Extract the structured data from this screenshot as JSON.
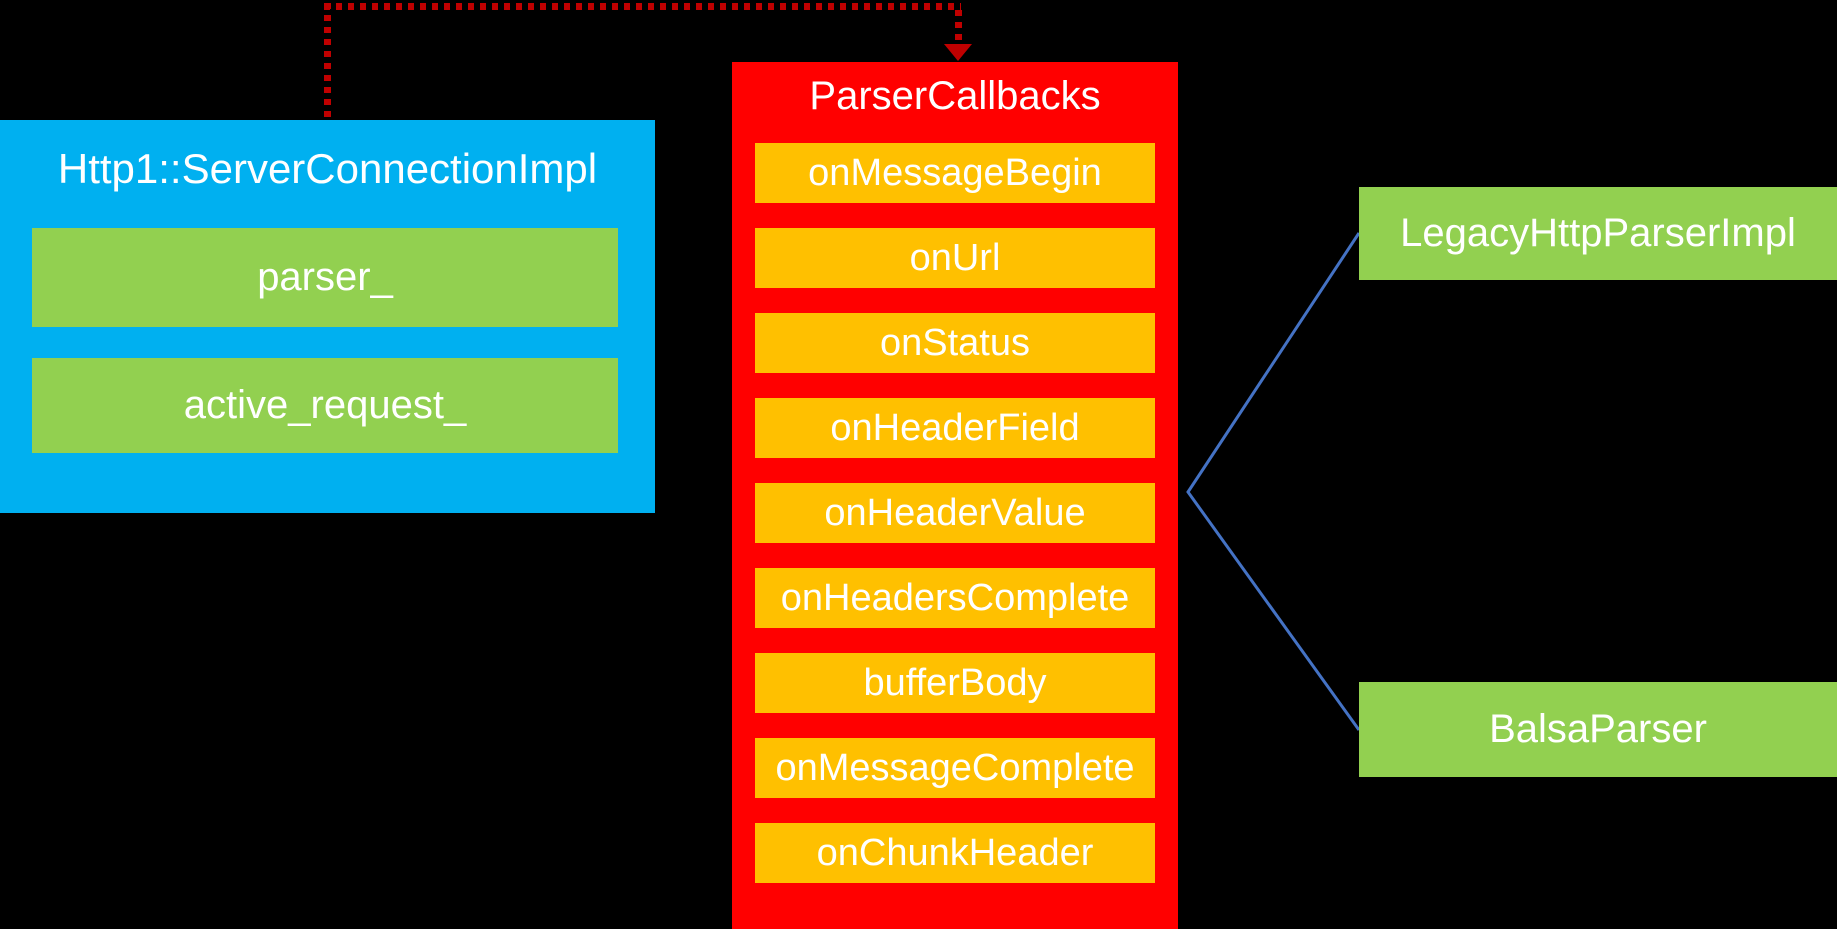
{
  "diagram": {
    "background_color": "#000000",
    "text_color": "#FFFFFF",
    "server_box": {
      "title": "Http1::ServerConnectionImpl",
      "fill_color": "#00B0F0",
      "member_fill_color": "#92D050",
      "members": [
        "parser_",
        "active_request_"
      ]
    },
    "callbacks_box": {
      "title": "ParserCallbacks",
      "fill_color": "#FF0000",
      "row_fill_color": "#FFC000",
      "callbacks": [
        "onMessageBegin",
        "onUrl",
        "onStatus",
        "onHeaderField",
        "onHeaderValue",
        "onHeadersComplete",
        "bufferBody",
        "onMessageComplete",
        "onChunkHeader"
      ]
    },
    "implementations": {
      "fill_color": "#92D050",
      "items": [
        "LegacyHttpParserImpl",
        "BalsaParser"
      ]
    },
    "connectors": {
      "dashed_arrow_color": "#C00000",
      "inheritance_line_color": "#4472C4"
    }
  }
}
